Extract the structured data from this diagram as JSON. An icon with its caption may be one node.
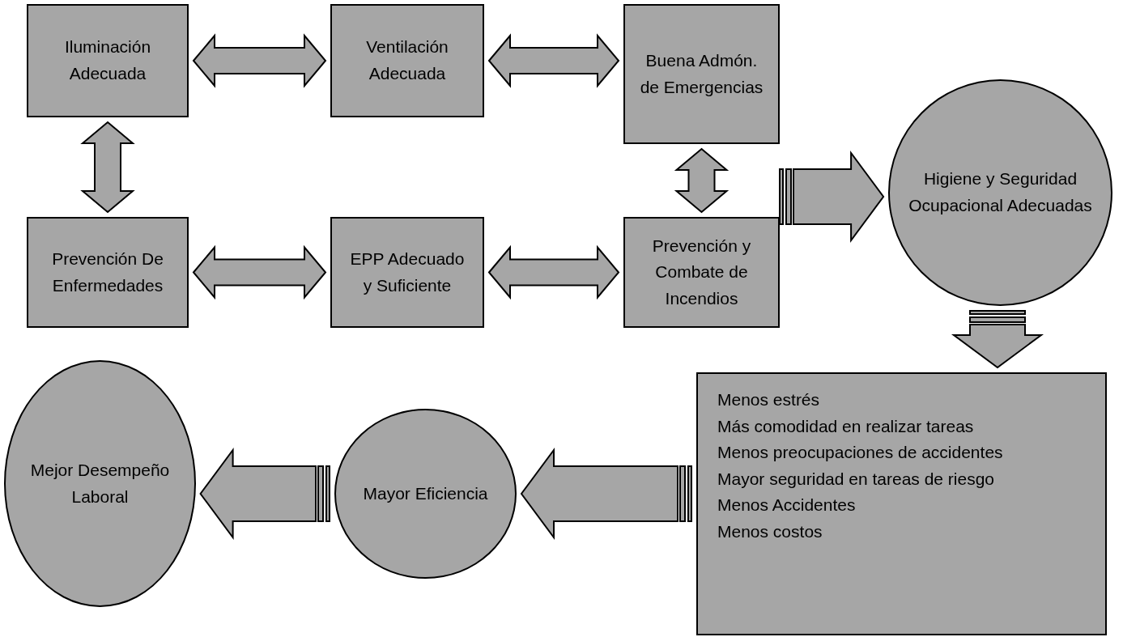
{
  "diagram": {
    "nodes": [
      {
        "text": [
          "Iluminación Adecuada"
        ]
      },
      {
        "text": [
          "Ventilación Adecuada"
        ]
      },
      {
        "text": [
          "Buena Admón. de Emergencias"
        ]
      },
      {
        "text": [
          "Higiene y Seguridad Ocupacional Adecuadas"
        ]
      },
      {
        "text": [
          "Prevención De Enfermedades"
        ]
      },
      {
        "text": [
          "EPP Adecuado y Suficiente"
        ]
      },
      {
        "text": [
          "Prevención y Combate de Incendios"
        ]
      },
      {
        "text": [
          "Menos estrés",
          "Más comodidad en realizar tareas",
          "Menos preocupaciones de accidentes",
          "Mayor seguridad en tareas de riesgo",
          "Menos Accidentes",
          "Menos costos"
        ]
      },
      {
        "text": [
          "Mayor Eficiencia"
        ]
      },
      {
        "text": [
          "Mejor Desempeño Laboral"
        ]
      }
    ],
    "edges": [
      {
        "from": 0,
        "to": 1,
        "arrow": "both"
      },
      {
        "from": 1,
        "to": 2,
        "arrow": "both"
      },
      {
        "from": 0,
        "to": 4,
        "arrow": "both"
      },
      {
        "from": 2,
        "to": 6,
        "arrow": "both"
      },
      {
        "from": 4,
        "to": 5,
        "arrow": "both"
      },
      {
        "from": 5,
        "to": 6,
        "arrow": "both"
      },
      {
        "from": null,
        "to": 3,
        "arrow": "to"
      },
      {
        "from": 3,
        "to": 7,
        "arrow": "to"
      },
      {
        "from": 7,
        "to": 8,
        "arrow": "to"
      },
      {
        "from": 8,
        "to": 9,
        "arrow": "to"
      }
    ]
  }
}
